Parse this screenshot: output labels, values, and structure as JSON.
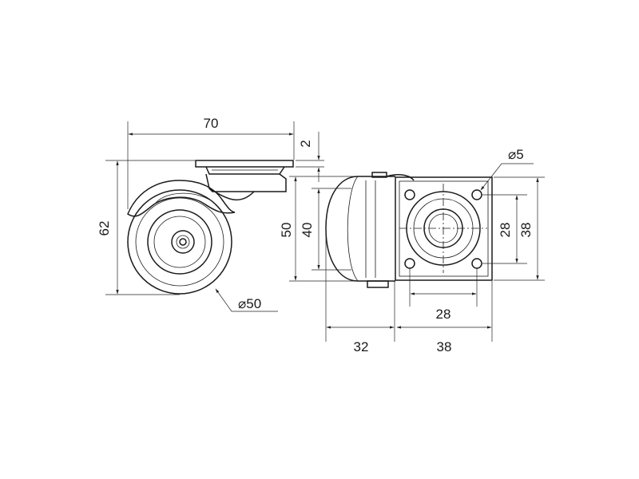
{
  "dimensions": {
    "plate_width": "70",
    "plate_thickness": "2",
    "total_height": "62",
    "wheel_diameter": "⌀50",
    "side_height_outer": "50",
    "side_height_inner": "40",
    "hole_diameter": "⌀5",
    "hole_spacing_vertical": "28",
    "plate_height": "38",
    "hole_spacing_horizontal": "28",
    "wheel_offset": "32",
    "plate_length": "38"
  }
}
